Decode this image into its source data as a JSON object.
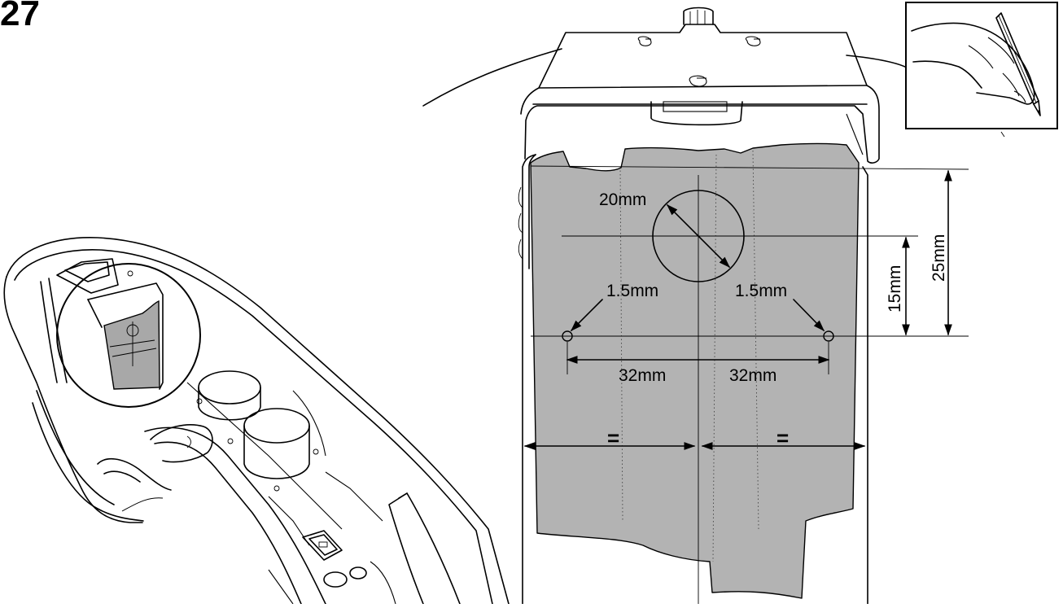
{
  "figure": {
    "step_number": "27"
  },
  "dimensions": {
    "hole_diameter": "20mm",
    "small_hole_left": "1.5mm",
    "small_hole_right": "1.5mm",
    "spacing_left": "32mm",
    "spacing_right": "32mm",
    "height_upper": "25mm",
    "height_lower": "15mm",
    "equal_left": "=",
    "equal_right": "="
  },
  "colors": {
    "tape_fill": "#b3b3b3",
    "line": "#000000",
    "background": "#ffffff"
  },
  "icons": {
    "inset": "hand-marking-with-pencil-icon"
  }
}
